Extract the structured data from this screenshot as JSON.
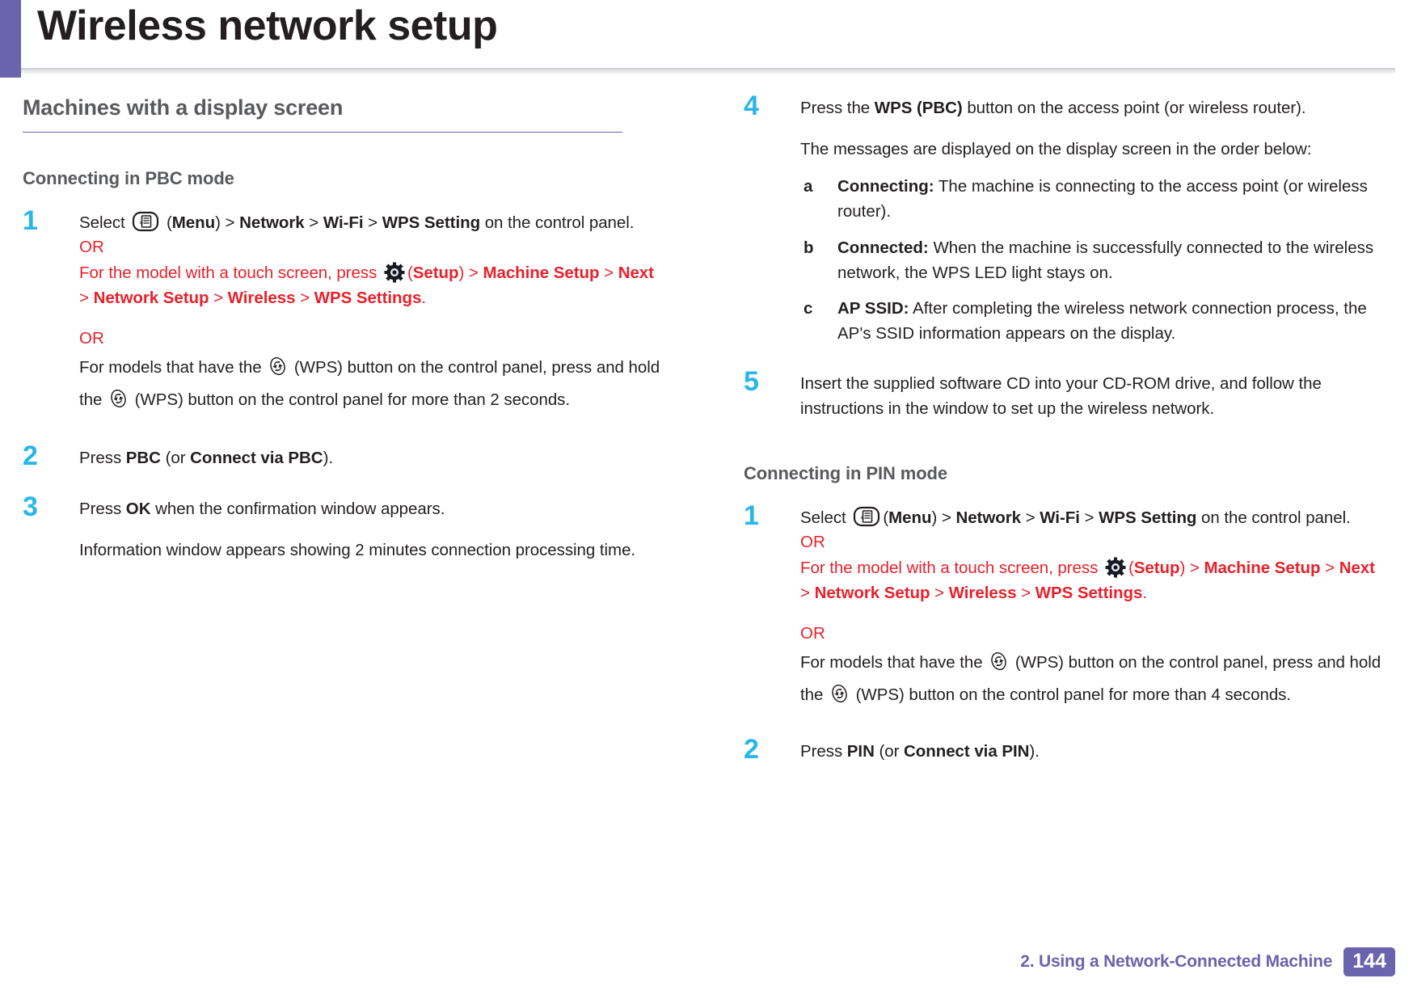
{
  "header": {
    "title": "Wireless network setup"
  },
  "left_column": {
    "section_heading": "Machines with a display screen",
    "subsection_heading": "Connecting in PBC mode",
    "steps": [
      {
        "num": "1",
        "line1_a": "Select ",
        "line1_b": " (",
        "menu_label": "Menu",
        "line1_c": ") > ",
        "network": "Network",
        "sep1": " > ",
        "wifi": "Wi-Fi",
        "sep2": " > ",
        "wps_setting": "WPS Setting",
        "line1_d": " on the control panel.",
        "or1": "OR",
        "touch_a": "For the model with a touch screen, press ",
        "setup_label": "Setup",
        "touch_b": ")  > ",
        "machine_setup": "Machine Setup",
        "touch_c": " > ",
        "next": "Next",
        "touch_d": " > ",
        "network_setup": "Network Setup",
        "touch_e": " > ",
        "wireless": "Wireless",
        "touch_f": " > ",
        "wps_settings": "WPS Settings",
        "touch_g": ".",
        "or2": "OR",
        "wps_a": "For models that have the ",
        "wps_b": " (WPS) button on the control panel, press",
        "wps_c": "and hold the ",
        "wps_d": " (WPS) button on the control panel for more than 2 seconds."
      },
      {
        "num": "2",
        "text_a": "Press ",
        "pbc": "PBC",
        "text_b": " (or ",
        "connect_via_pbc": "Connect via PBC",
        "text_c": ")."
      },
      {
        "num": "3",
        "text_a": "Press ",
        "ok": "OK",
        "text_b": " when the confirmation window appears.",
        "note": "Information window appears showing 2 minutes connection processing time."
      }
    ]
  },
  "right_column": {
    "subsection_heading": "Connecting in PIN mode",
    "step4": {
      "num": "4",
      "text_a": "Press the ",
      "wps_pbc": "WPS (PBC)",
      "text_b": " button on the access point (or wireless router).",
      "intro": "The messages are displayed on the display screen in the order below:",
      "items": [
        {
          "mark": "a",
          "bold": "Connecting:",
          "text": " The machine is connecting to the access point (or wireless router)."
        },
        {
          "mark": "b",
          "bold": "Connected:",
          "text": " When the machine is successfully connected to the wireless network, the WPS LED light stays on."
        },
        {
          "mark": "c",
          "bold": "AP SSID:",
          "text": " After completing the wireless network connection process, the AP's SSID information appears on the display."
        }
      ]
    },
    "step5": {
      "num": "5",
      "text": "Insert the supplied software CD into your CD-ROM drive, and follow the instructions in the window to set up the wireless network."
    },
    "pin_steps": [
      {
        "num": "1",
        "line1_a": "Select ",
        "line1_b": "(",
        "menu_label": "Menu",
        "line1_c": ") > ",
        "network": "Network",
        "sep1": " > ",
        "wifi": "Wi-Fi",
        "sep2": " > ",
        "wps_setting": "WPS Setting",
        "line1_d": " on the control panel.",
        "or1": "OR",
        "touch_a": "For the model with a touch screen, press ",
        "setup_label": "Setup",
        "touch_b": ") > ",
        "machine_setup": "Machine Setup",
        "touch_c": " > ",
        "next": "Next",
        "touch_d": " > ",
        "network_setup": "Network Setup",
        "touch_e": " > ",
        "wireless": "Wireless",
        "touch_f": " > ",
        "wps_settings": "WPS Settings",
        "touch_g": ".",
        "or2": "OR",
        "wps_a": "For models that have the ",
        "wps_b": " (WPS) button on the control panel, press",
        "wps_c": "and hold the ",
        "wps_d": " (WPS) button on the control panel for more than 4 seconds."
      },
      {
        "num": "2",
        "text_a": "Press ",
        "pin": "PIN",
        "text_b": " (or ",
        "connect_via_pin": "Connect via PIN",
        "text_c": ")."
      }
    ]
  },
  "footer": {
    "text": "2.  Using a Network-Connected Machine",
    "page": "144"
  },
  "colors": {
    "accent_purple": "#6a63ad",
    "step_number_blue": "#29b6e8",
    "red": "#e8212c",
    "heading_gray": "#595a5e",
    "body_black": "#231f20"
  }
}
